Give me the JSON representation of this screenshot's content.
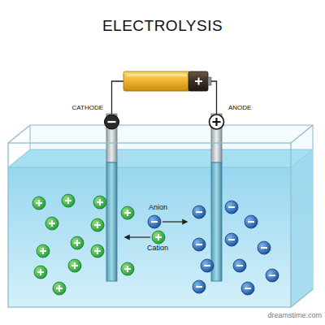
{
  "diagram": {
    "title": "ELECTROLYSIS",
    "labels": [
      "CATHODE",
      "ANODE",
      "Anion",
      "Cation",
      "dreamstime.com"
    ]
  }
}
